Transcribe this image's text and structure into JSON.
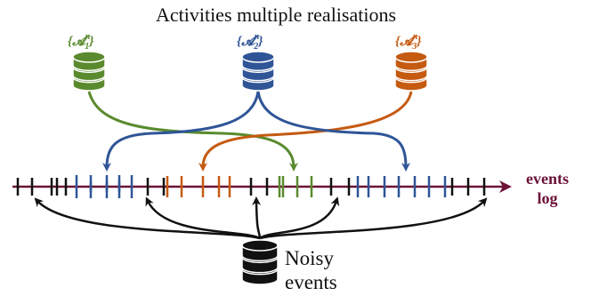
{
  "title": "Activities multiple realisations",
  "sets": [
    {
      "label": "{𝓐",
      "sup": "n",
      "sub": "1",
      "close": "}",
      "color": "#5a8a2e"
    },
    {
      "label": "{𝓐",
      "sup": "n",
      "sub": "2",
      "close": "}",
      "color": "#2f5597"
    },
    {
      "label": "{𝓐",
      "sup": "n",
      "sub": "3",
      "close": "}",
      "color": "#c55a11"
    }
  ],
  "noise": {
    "line1": "Noisy",
    "line2": "events",
    "color": "#111111"
  },
  "events_log": {
    "line1": "events",
    "line2": "log",
    "color": "#6b1236"
  },
  "colors": {
    "timeline": "#6b1236",
    "tick": "#111111",
    "green": "#5a8a2e",
    "blue": "#2f5597",
    "orange": "#c55a11"
  }
}
